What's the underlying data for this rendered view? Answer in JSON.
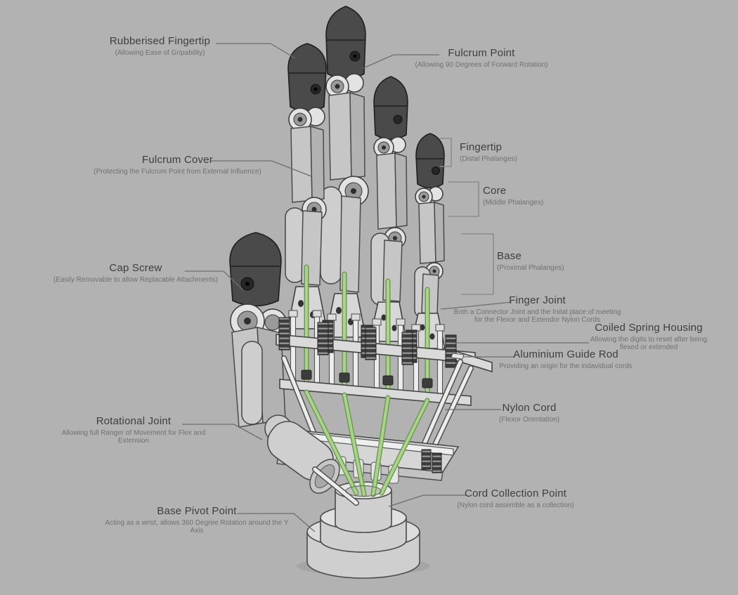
{
  "canvas": {
    "background": "#b2b2b2"
  },
  "colors": {
    "nylon_cord_green": "#a8d48c",
    "metal_light": "#d7d7d7",
    "metal_dark": "#4a4a4a",
    "label_title": "#3e3e3e",
    "label_sub": "#717171",
    "leader_line": "#6e6e6e"
  },
  "labels": {
    "rubberised_fingertip": {
      "title": "Rubberised Fingertip",
      "sub": "(Allowing Ease of Gripability)"
    },
    "fulcrum_point": {
      "title": "Fulcrum Point",
      "sub": "(Allowing 90 Degrees of Forward Rotation)"
    },
    "fulcrum_cover": {
      "title": "Fulcrum Cover",
      "sub": "(Protecting the Fulcrum Point from External Influence)"
    },
    "fingertip": {
      "title": "Fingertip",
      "sub": "(Distal Phalanges)"
    },
    "core": {
      "title": "Core",
      "sub": "(Middle Phalanges)"
    },
    "base": {
      "title": "Base",
      "sub": "(Proximal Phalanges)"
    },
    "cap_screw": {
      "title": "Cap Screw",
      "sub": "(Easily Removable to allow Replacable Attachments)"
    },
    "finger_joint": {
      "title": "Finger Joint",
      "sub": "Both a Connector Joint and the Inital place of meeting for the Flexor and Extendor Nylon Cords"
    },
    "coiled_spring_housing": {
      "title": "Coiled Spring Housing",
      "sub": "Allowing the digits to reset after being flexed or extended"
    },
    "aluminium_guide_rod": {
      "title": "Aluminium Guide Rod",
      "sub": "Providing an origin for the indavidual cords"
    },
    "nylon_cord": {
      "title": "Nylon Cord",
      "sub": "(Flexor Orientation)"
    },
    "rotational_joint": {
      "title": "Rotational Joint",
      "sub": "Allowing full Ranger of Movement for Flex and Extension"
    },
    "base_pivot_point": {
      "title": "Base Pivot Point",
      "sub": "Acting as a wrist, allows 360 Degree Rotation around the Y Axis"
    },
    "cord_collection_point": {
      "title": "Cord Collection Point",
      "sub": "(Nylon cord assemble as a collection)"
    }
  }
}
